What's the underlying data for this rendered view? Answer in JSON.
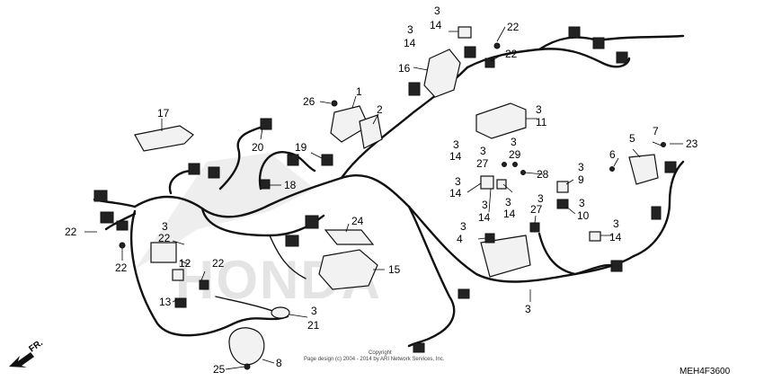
{
  "diagram": {
    "watermark": "HONDA",
    "copyright_line1": "Copyright",
    "copyright_line2": "Page design (c) 2004 - 2014 by ARI Network Services, Inc.",
    "diagram_code": "MEH4F3600",
    "direction_label": "FR.",
    "callouts": [
      {
        "id": "c1",
        "label": "1"
      },
      {
        "id": "c2",
        "label": "2"
      },
      {
        "id": "c3a",
        "label": "3"
      },
      {
        "id": "c3b",
        "label": "3"
      },
      {
        "id": "c3c",
        "label": "3"
      },
      {
        "id": "c3d",
        "label": "3"
      },
      {
        "id": "c3e",
        "label": "3"
      },
      {
        "id": "c3f",
        "label": "3"
      },
      {
        "id": "c3g",
        "label": "3"
      },
      {
        "id": "c3h",
        "label": "3"
      },
      {
        "id": "c3i",
        "label": "3"
      },
      {
        "id": "c3j",
        "label": "3"
      },
      {
        "id": "c3k",
        "label": "3"
      },
      {
        "id": "c3l",
        "label": "3"
      },
      {
        "id": "c3m",
        "label": "3"
      },
      {
        "id": "c3n",
        "label": "3"
      },
      {
        "id": "c3o",
        "label": "3"
      },
      {
        "id": "c3p",
        "label": "3"
      },
      {
        "id": "c4",
        "label": "4"
      },
      {
        "id": "c5",
        "label": "5"
      },
      {
        "id": "c6",
        "label": "6"
      },
      {
        "id": "c7",
        "label": "7"
      },
      {
        "id": "c8",
        "label": "8"
      },
      {
        "id": "c9",
        "label": "9"
      },
      {
        "id": "c10",
        "label": "10"
      },
      {
        "id": "c11",
        "label": "11"
      },
      {
        "id": "c12",
        "label": "12"
      },
      {
        "id": "c13",
        "label": "13"
      },
      {
        "id": "c14a",
        "label": "14"
      },
      {
        "id": "c14b",
        "label": "14"
      },
      {
        "id": "c14c",
        "label": "14"
      },
      {
        "id": "c14d",
        "label": "14"
      },
      {
        "id": "c14e",
        "label": "14"
      },
      {
        "id": "c14f",
        "label": "14"
      },
      {
        "id": "c14g",
        "label": "14"
      },
      {
        "id": "c15",
        "label": "15"
      },
      {
        "id": "c16",
        "label": "16"
      },
      {
        "id": "c17",
        "label": "17"
      },
      {
        "id": "c18",
        "label": "18"
      },
      {
        "id": "c19",
        "label": "19"
      },
      {
        "id": "c20",
        "label": "20"
      },
      {
        "id": "c21",
        "label": "21"
      },
      {
        "id": "c22a",
        "label": "22"
      },
      {
        "id": "c22b",
        "label": "22"
      },
      {
        "id": "c22c",
        "label": "22"
      },
      {
        "id": "c22d",
        "label": "22"
      },
      {
        "id": "c22e",
        "label": "22"
      },
      {
        "id": "c22f",
        "label": "22"
      },
      {
        "id": "c23",
        "label": "23"
      },
      {
        "id": "c24",
        "label": "24"
      },
      {
        "id": "c25",
        "label": "25"
      },
      {
        "id": "c26",
        "label": "26"
      },
      {
        "id": "c27a",
        "label": "27"
      },
      {
        "id": "c27b",
        "label": "27"
      },
      {
        "id": "c28",
        "label": "28"
      },
      {
        "id": "c29",
        "label": "29"
      }
    ]
  }
}
